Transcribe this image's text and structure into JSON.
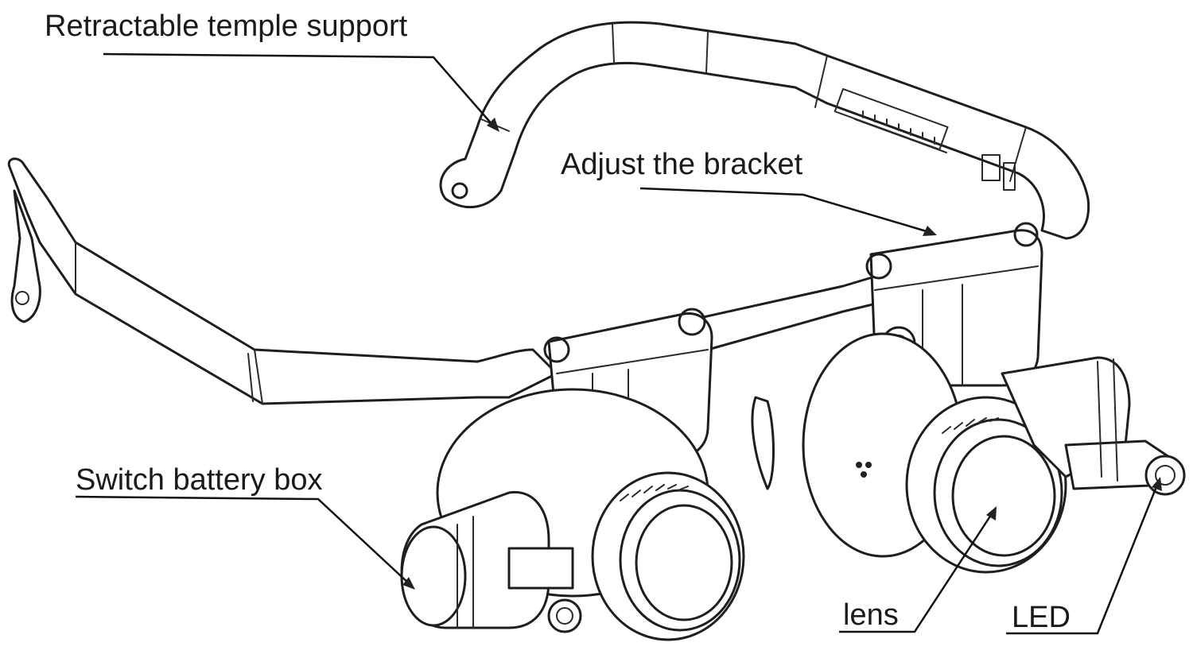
{
  "labels": {
    "temple_support": "Retractable temple support",
    "adjust_bracket": "Adjust the bracket",
    "battery_box": "Switch battery box",
    "lens": "lens",
    "led": "LED"
  },
  "colors": {
    "line": "#1e1e1e",
    "text": "#1a1a1a",
    "background": "#ffffff"
  }
}
